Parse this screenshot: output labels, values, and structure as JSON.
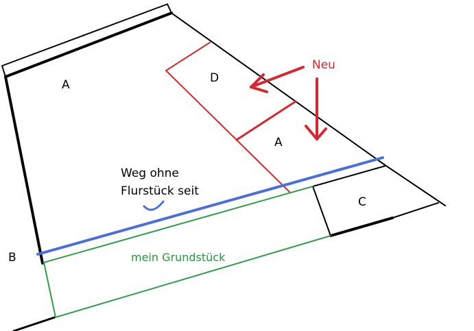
{
  "labels": {
    "parcel_a_left": "A",
    "parcel_d": "D",
    "parcel_a_right": "A",
    "parcel_b": "B",
    "parcel_c": "C",
    "neu": "Neu",
    "weg_line1": "Weg ohne",
    "weg_line2": "Flurstück seit",
    "mein_grundstueck": "mein Grundstück"
  },
  "colors": {
    "boundary": "#000000",
    "new_lines": "#d8262e",
    "path": "#4a6fd8",
    "own_plot": "#2e9e48"
  }
}
